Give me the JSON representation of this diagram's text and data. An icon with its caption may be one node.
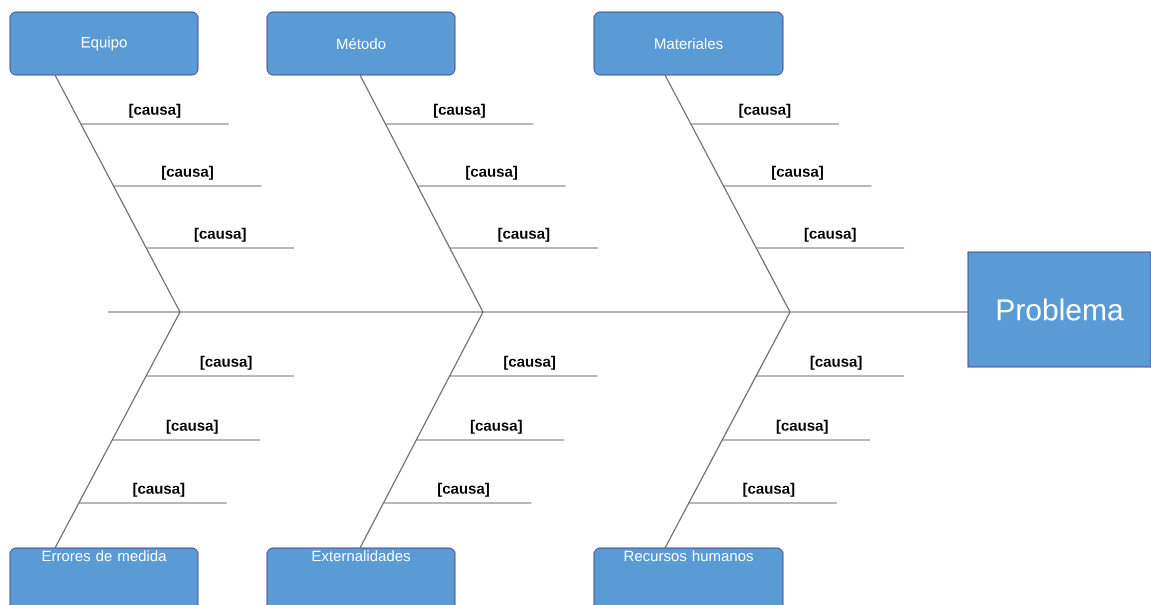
{
  "diagram": {
    "nodes": [
      {
        "text": [
          "Equipo"
        ]
      },
      {
        "text": [
          "Método"
        ]
      },
      {
        "text": [
          "Materiales"
        ]
      },
      {
        "text": [
          "Errores de medida"
        ]
      },
      {
        "text": [
          "Externalidades"
        ]
      },
      {
        "text": [
          "Recursos humanos"
        ]
      },
      {
        "text": [
          "Problema"
        ]
      }
    ],
    "edges": [
      {
        "from": 0,
        "to": null,
        "arrow": "none"
      },
      {
        "from": 1,
        "to": null,
        "arrow": "none"
      },
      {
        "from": 2,
        "to": null,
        "arrow": "none"
      },
      {
        "from": 3,
        "to": null,
        "arrow": "none"
      },
      {
        "from": 4,
        "to": null,
        "arrow": "none"
      },
      {
        "from": 5,
        "to": null,
        "arrow": "none"
      },
      {
        "from": null,
        "to": 6,
        "arrow": "none"
      }
    ],
    "labels": [
      "[causa]",
      "[causa]",
      "[causa]",
      "[causa]",
      "[causa]",
      "[causa]",
      "[causa]",
      "[causa]",
      "[causa]",
      "[causa]",
      "[causa]",
      "[causa]",
      "[causa]",
      "[causa]",
      "[causa]",
      "[causa]",
      "[causa]",
      "[causa]"
    ]
  }
}
